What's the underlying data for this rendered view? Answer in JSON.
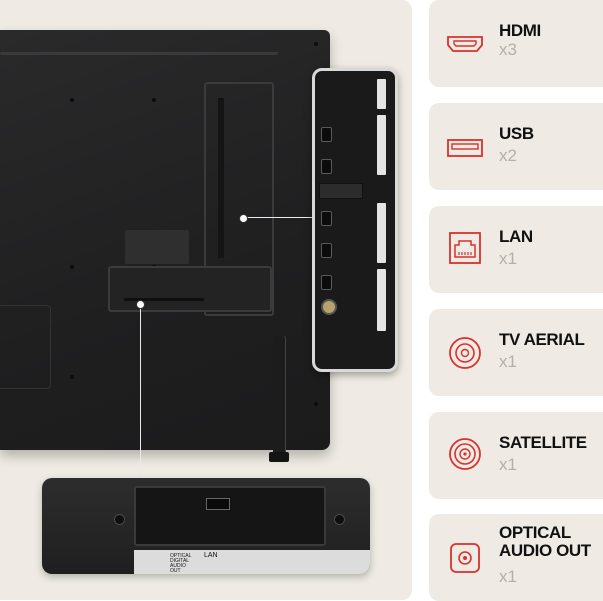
{
  "panel_zoom": {
    "lan_label": "LAN",
    "optical_label": "OPTICAL DIGITAL AUDIO OUT"
  },
  "ports": [
    {
      "name": "HDMI",
      "count": "x3",
      "icon": "hdmi-port-icon"
    },
    {
      "name": "USB",
      "count": "x2",
      "icon": "usb-port-icon"
    },
    {
      "name": "LAN",
      "count": "x1",
      "icon": "lan-port-icon"
    },
    {
      "name": "TV AERIAL",
      "count": "x1",
      "icon": "aerial-port-icon"
    },
    {
      "name": "SATELLITE",
      "count": "x1",
      "icon": "satellite-port-icon"
    },
    {
      "name": "OPTICAL AUDIO OUT",
      "count": "x1",
      "icon": "optical-port-icon"
    }
  ],
  "colors": {
    "accent": "#d8322c",
    "card_bg": "#efebe4",
    "count_grey": "#b3b0aa"
  }
}
